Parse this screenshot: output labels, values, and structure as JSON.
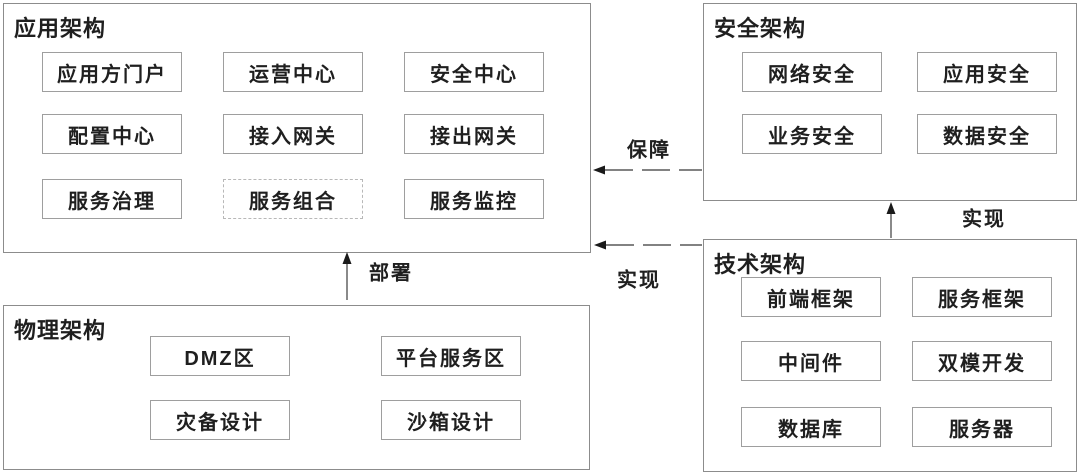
{
  "diagram_title": "",
  "colors": {
    "background": "#ffffff",
    "panel_border": "#8c8c8c",
    "node_border": "#9e9e9e",
    "dashed_node_border": "#b8b8b8",
    "arrow_line": "#595959",
    "arrowhead": "#1a1a1a",
    "text": "#1f1f1f"
  },
  "panels": {
    "application": {
      "title": "应用架构",
      "items": [
        {
          "label": "应用方门户"
        },
        {
          "label": "运营中心"
        },
        {
          "label": "安全中心"
        },
        {
          "label": "配置中心"
        },
        {
          "label": "接入网关"
        },
        {
          "label": "接出网关"
        },
        {
          "label": "服务治理"
        },
        {
          "label": "服务组合",
          "border_style": "dash-dot"
        },
        {
          "label": "服务监控"
        }
      ]
    },
    "security": {
      "title": "安全架构",
      "items": [
        {
          "label": "网络安全"
        },
        {
          "label": "应用安全"
        },
        {
          "label": "业务安全"
        },
        {
          "label": "数据安全"
        }
      ]
    },
    "technology": {
      "title": "技术架构",
      "items": [
        {
          "label": "前端框架"
        },
        {
          "label": "服务框架"
        },
        {
          "label": "中间件"
        },
        {
          "label": "双模开发"
        },
        {
          "label": "数据库"
        },
        {
          "label": "服务器"
        }
      ]
    },
    "physical": {
      "title": "物理架构",
      "items": [
        {
          "label": "DMZ区"
        },
        {
          "label": "平台服务区"
        },
        {
          "label": "灾备设计"
        },
        {
          "label": "沙箱设计"
        }
      ]
    }
  },
  "edges": {
    "guarantee": {
      "label": "保障",
      "from": "security",
      "to": "application",
      "style": "dashed",
      "direction": "left"
    },
    "realize_app": {
      "label": "实现",
      "from": "technology",
      "to": "application",
      "style": "dashed",
      "direction": "left"
    },
    "realize_security": {
      "label": "实现",
      "from": "technology",
      "to": "security",
      "style": "solid",
      "direction": "up"
    },
    "deploy": {
      "label": "部署",
      "from": "physical",
      "to": "application",
      "style": "solid",
      "direction": "up"
    }
  }
}
